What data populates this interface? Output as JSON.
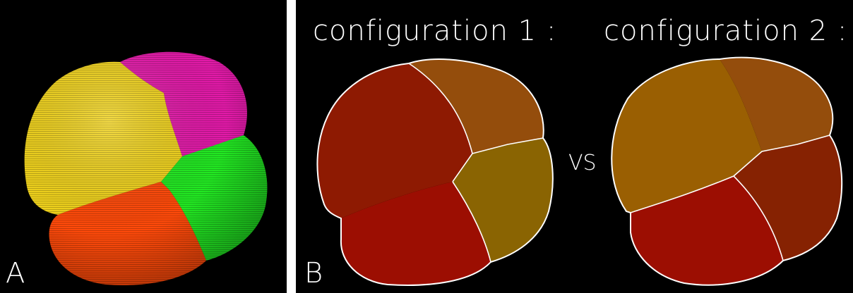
{
  "panel_a": {
    "letter": "A",
    "colors": {
      "background": "#000000",
      "yellow_cell": "#f0d21c",
      "magenta_cell": "#e21aa8",
      "green_cell": "#22e822",
      "orange_cell": "#ff4a0a"
    }
  },
  "panel_b": {
    "letter": "B",
    "config_1_label": "configuration 1 :",
    "config_2_label": "configuration 2 :",
    "vs_label": "VS",
    "colors": {
      "background": "#000000",
      "outline": "#ffffff",
      "dark_red": "#8e1a02",
      "red": "#9c0e02",
      "brown_orange": "#944d0c",
      "olive": "#8a6402",
      "dark_orange_gold": "#9a5f02",
      "rust": "#862202"
    }
  }
}
